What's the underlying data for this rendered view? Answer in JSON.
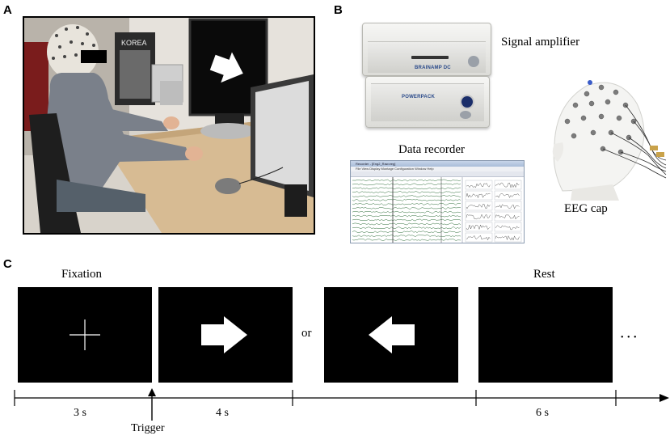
{
  "panels": {
    "a": {
      "letter": "A",
      "photo_label": "KOREA"
    },
    "b": {
      "letter": "B",
      "signal_amplifier_label": "Signal amplifier",
      "data_recorder_label": "Data recorder",
      "eeg_cap_label": "EEG cap",
      "amplifier_brand": "BRAINAMP DC",
      "powerpack_brand": "POWERPACK",
      "recorder_window_title": "Recorder - [Eng2_Raw.eeg]",
      "recorder_menu": "File  View  Display Montage  Configuration  Window  Help"
    },
    "c": {
      "letter": "C",
      "fixation_label": "Fixation",
      "rest_label": "Rest",
      "or_label": "or",
      "ellipsis": "• • •",
      "durations": [
        "3 s",
        "4 s",
        "6 s"
      ],
      "trigger_label": "Trigger"
    }
  },
  "colors": {
    "screen": "#000000",
    "stimulus": "#ffffff",
    "line": "#000000"
  }
}
